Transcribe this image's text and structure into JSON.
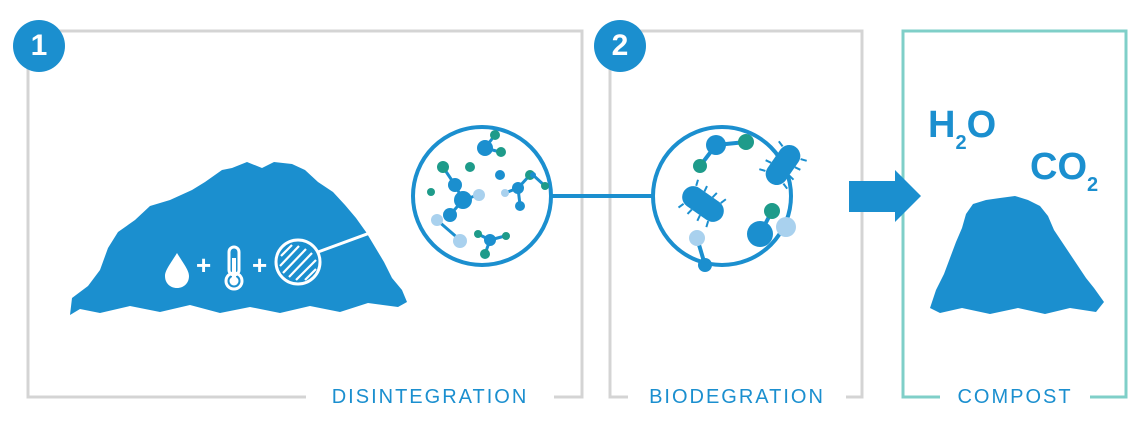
{
  "steps": [
    {
      "number": "1",
      "label": "DISINTEGRATION"
    },
    {
      "number": "2",
      "label": "BIODEGRATION"
    },
    {
      "number": "",
      "label": "COMPOST"
    }
  ],
  "compost_molecules": {
    "water": {
      "main": "H",
      "sub": "2",
      "tail": "O"
    },
    "carbon_dioxide": {
      "main": "CO",
      "sub": "2"
    }
  },
  "symbols": {
    "plus": "+"
  },
  "icons": [
    "water-drop-icon",
    "thermometer-icon",
    "microorganism-icon",
    "arrow-right-icon"
  ],
  "colors": {
    "primary": "#1b8fcf",
    "frame": "#d4d4d4",
    "compost_frame": "#7fcfc8",
    "molecule_light": "#a9d1ee",
    "molecule_green": "#1e9b8a"
  }
}
